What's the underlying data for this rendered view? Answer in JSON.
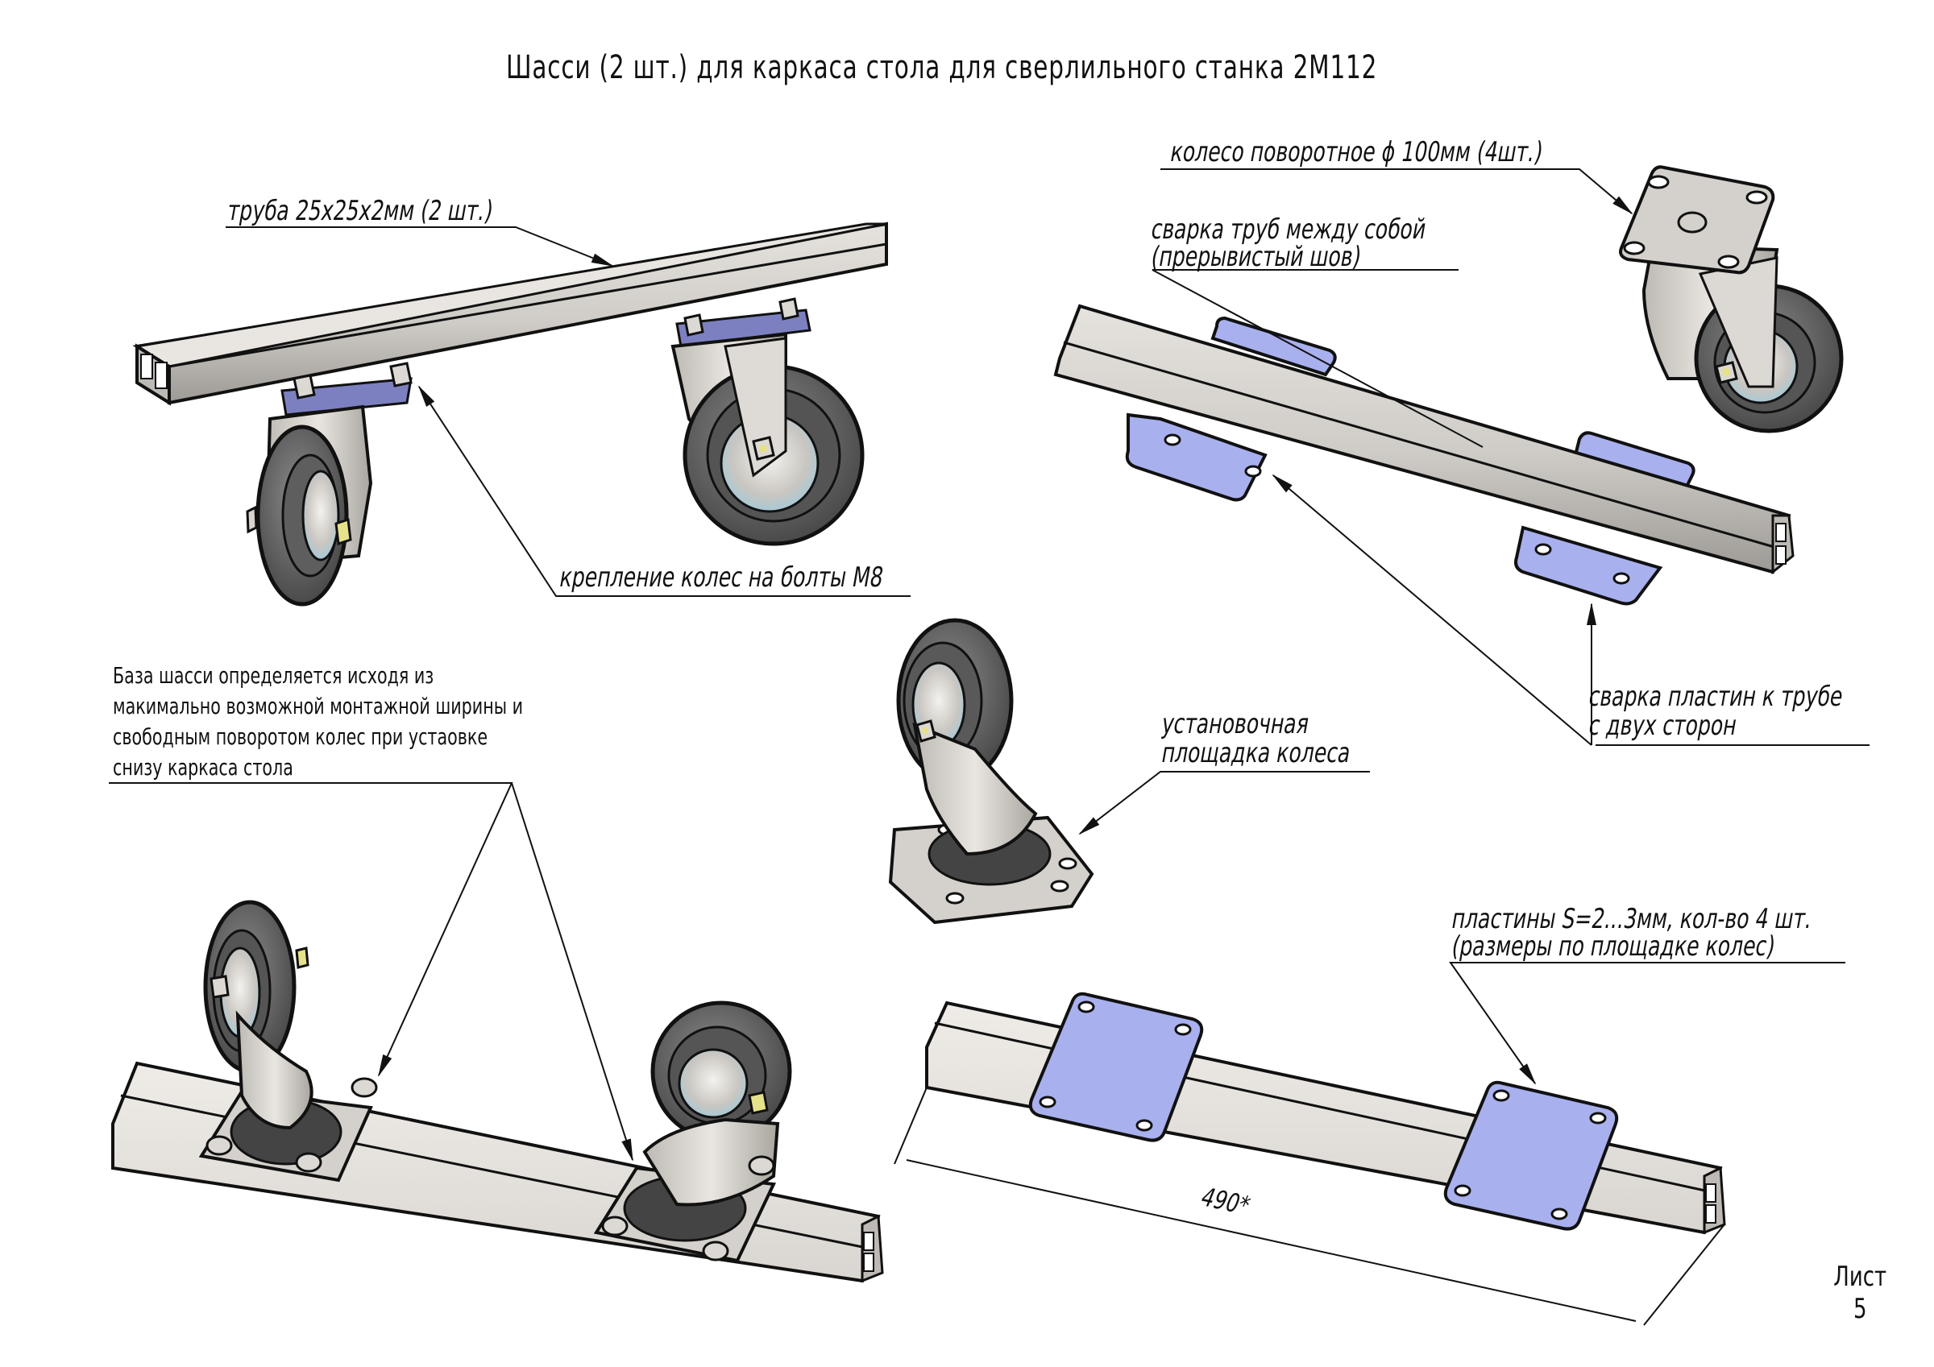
{
  "title": "Шасси  (2 шт.) для каркаса стола для сверлильного станка 2М112",
  "labels": {
    "tube": "труба 25х25х2мм (2 шт.)",
    "wheel": "колесо поворотное  ϕ 100мм (4шт.)",
    "weld_tubes_line1": "сварка труб между собой",
    "weld_tubes_line2": "(прерывистый шов)",
    "bolts": "крепление колес на болты М8",
    "mount_pad_line1": "установочная",
    "mount_pad_line2": "площадка колеса",
    "weld_plates_line1": "сварка пластин к трубе",
    "weld_plates_line2": "с двух сторон",
    "plates_line1": "пластины S=2...3мм, кол-во 4 шт.",
    "plates_line2": "(размеры по площадке колес)"
  },
  "note": {
    "lines": [
      "База шасси определяется исходя из",
      "макимально возможной монтажной ширины и",
      "свободным поворотом колес при устаовке",
      "снизу каркаса стола"
    ]
  },
  "dimension": {
    "value": "490*"
  },
  "sheet": {
    "label": "Лист",
    "number": "5"
  },
  "colors": {
    "tube_fill": "#d2cfca",
    "tube_dark": "#9e9b96",
    "plate_fill": "#a9b0ee",
    "tire": "#6b6b6b",
    "tire_dark": "#3c3c3c",
    "metal": "#c9c6c1",
    "hub_blue": "#bfe0ea",
    "nut_yellow": "#e6e28a",
    "line": "#111111"
  }
}
